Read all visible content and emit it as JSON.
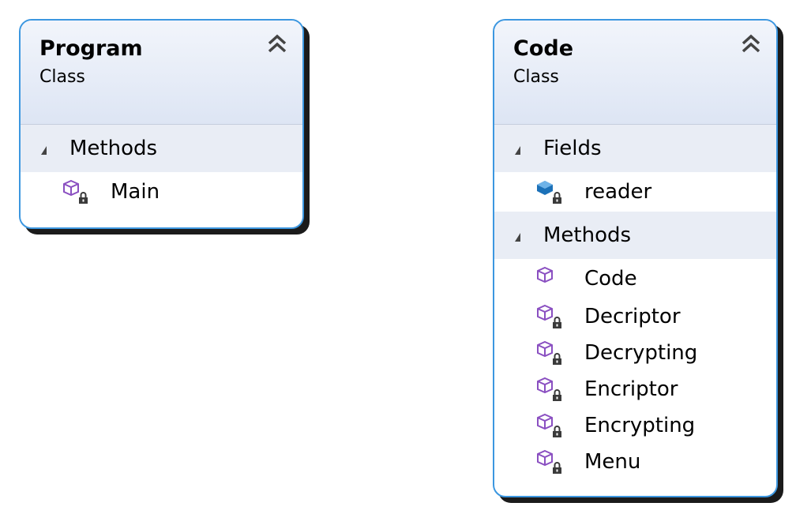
{
  "classes": [
    {
      "name": "Program",
      "kind": "Class",
      "sections": [
        {
          "title": "Methods",
          "members": [
            {
              "label": "Main",
              "icon": "private-method-icon"
            }
          ]
        }
      ]
    },
    {
      "name": "Code",
      "kind": "Class",
      "sections": [
        {
          "title": "Fields",
          "members": [
            {
              "label": "reader",
              "icon": "private-field-icon"
            }
          ]
        },
        {
          "title": "Methods",
          "members": [
            {
              "label": "Code",
              "icon": "public-method-icon"
            },
            {
              "label": "Decriptor",
              "icon": "private-method-icon"
            },
            {
              "label": "Decrypting",
              "icon": "private-method-icon"
            },
            {
              "label": "Encriptor",
              "icon": "private-method-icon"
            },
            {
              "label": "Encrypting",
              "icon": "private-method-icon"
            },
            {
              "label": "Menu",
              "icon": "private-method-icon"
            }
          ]
        }
      ]
    }
  ],
  "colors": {
    "border": "#3c97e0",
    "header_top": "#f2f5fb",
    "header_bottom": "#dde5f4",
    "section_bg": "#e9edf5",
    "method_icon": "#8a4fc1",
    "field_icon": "#1c71b8",
    "lock": "#3a3a3a"
  }
}
